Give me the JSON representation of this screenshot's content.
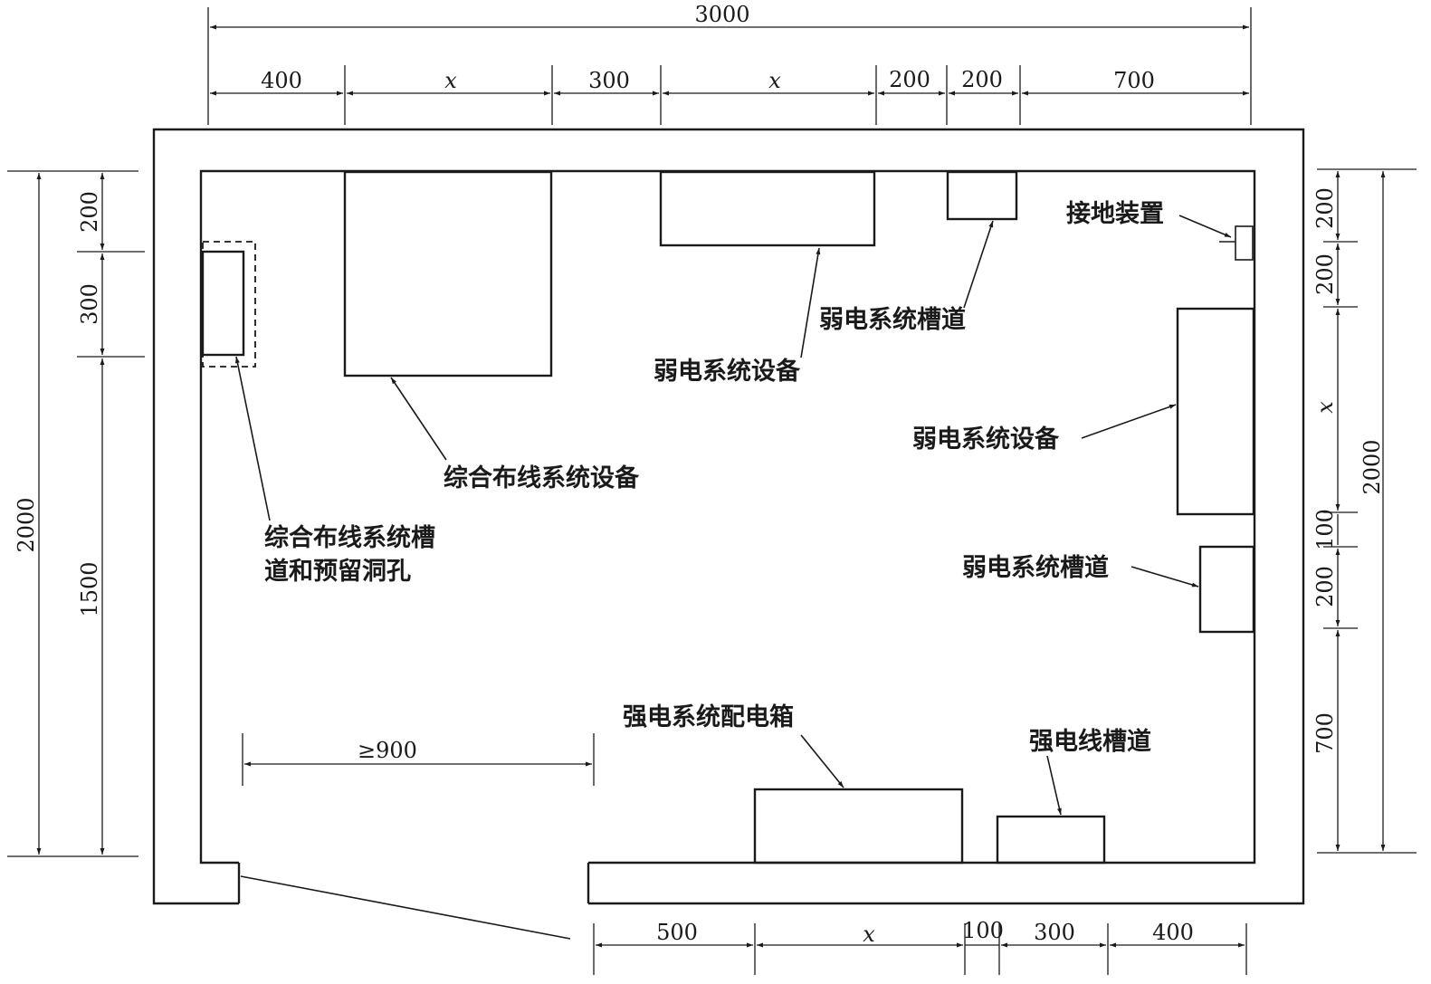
{
  "dimensions": {
    "top_total": "3000",
    "top_400": "400",
    "top_x1": "x",
    "top_300": "300",
    "top_x2": "x",
    "top_200a": "200",
    "top_200b": "200",
    "top_700": "700",
    "left_total": "2000",
    "left_200": "200",
    "left_300": "300",
    "left_1500": "1500",
    "right_total": "2000",
    "right_200a": "200",
    "right_200b": "200",
    "right_x": "x",
    "right_100": "100",
    "right_200c": "200",
    "right_700": "700",
    "bottom_500": "500",
    "bottom_x": "x",
    "bottom_100": "100",
    "bottom_300": "300",
    "bottom_400": "400",
    "door_clearance": "≥900"
  },
  "labels": {
    "grounding": "接地装置",
    "weak_tray_top": "弱电系统槽道",
    "weak_equip_top": "弱电系统设备",
    "cabling_equip": "综合布线系统设备",
    "cabling_tray_line1": "综合布线系统槽",
    "cabling_tray_line2": "道和预留洞孔",
    "weak_equip_right": "弱电系统设备",
    "weak_tray_right": "弱电系统槽道",
    "power_box": "强电系统配电箱",
    "power_tray": "强电线槽道"
  }
}
